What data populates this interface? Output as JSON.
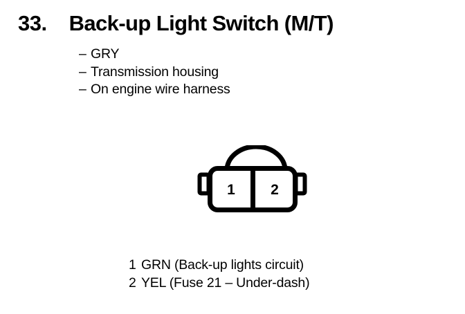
{
  "page": {
    "background_color": "#ffffff",
    "ink_color": "#000000"
  },
  "heading": {
    "number": "33.",
    "title": "Back-up Light Switch (M/T)"
  },
  "specs": {
    "dash": "–",
    "items": [
      {
        "text": "GRY"
      },
      {
        "text": "Transmission housing"
      },
      {
        "text": "On engine wire harness"
      }
    ]
  },
  "connector": {
    "name": "2-pin connector",
    "cavity_count": 2,
    "cavities": [
      {
        "number": "1"
      },
      {
        "number": "2"
      }
    ],
    "features": {
      "arch": "locking-tab-arch",
      "left_tab": "side-locking-tab",
      "right_tab": "side-locking-tab"
    }
  },
  "legend": {
    "rows": [
      {
        "pin": "1",
        "text": "GRN (Back-up lights circuit)"
      },
      {
        "pin": "2",
        "text": "YEL (Fuse 21 – Under-dash)"
      }
    ]
  }
}
